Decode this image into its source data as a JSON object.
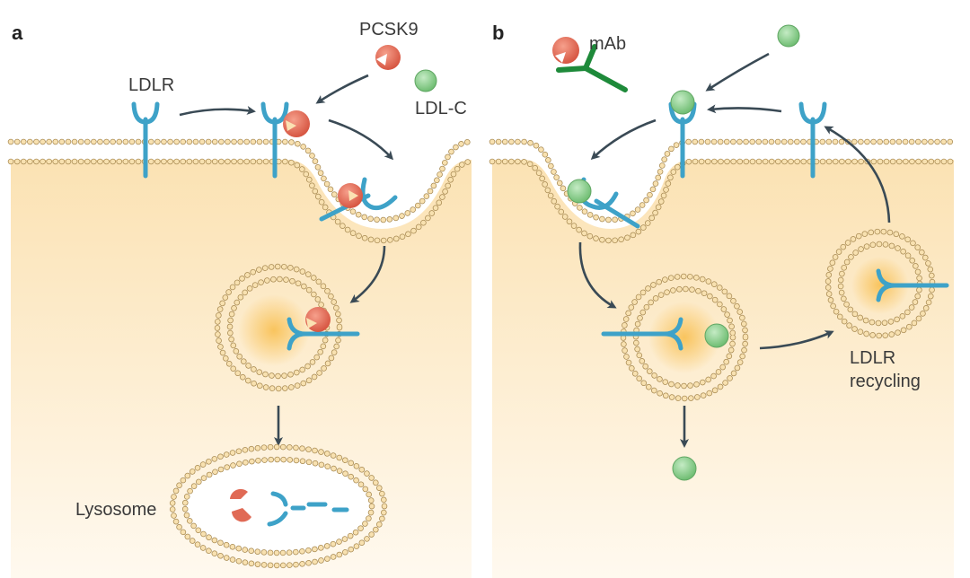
{
  "panels": [
    {
      "id": "a",
      "letter": "a"
    },
    {
      "id": "b",
      "letter": "b"
    }
  ],
  "labels": {
    "pcsk9": "PCSK9",
    "ldl_c": "LDL-C",
    "ldlr": "LDLR",
    "lysosome": "Lysosome",
    "mab": "mAb",
    "ldlr_recycling_line1": "LDLR",
    "ldlr_recycling_line2": "recycling"
  },
  "colors": {
    "cytoplasm_top": "#fbe3b7",
    "cytoplasm_bottom": "#fff7ea",
    "receptor": "#3ea2c8",
    "receptor_dark": "#1f7fa5",
    "pcsk9": "#e06a55",
    "ldl": "#8fcf8f",
    "antibody": "#1e8a3a",
    "arrow": "#3a4a55",
    "membrane_bead": "#f6d9a0",
    "membrane_bead_edge": "#a88a52",
    "glow": "#f7c25b"
  },
  "icons": [
    "pcsk9-icon",
    "ldl-particle-icon",
    "ldlr-receptor-icon",
    "antibody-icon",
    "arrow-icon"
  ]
}
